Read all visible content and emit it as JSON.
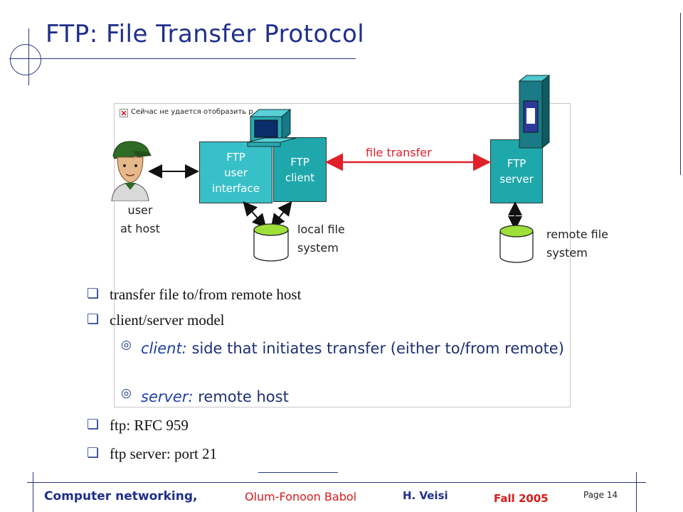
{
  "title": "FTP: File Transfer Protocol",
  "broken_image": {
    "caption": "Сейчас не удается отобразить рис"
  },
  "diagram": {
    "ftp_user_interface": "FTP\nuser\ninterface",
    "ftp_client": "FTP\nclient",
    "ftp_server": "FTP\nserver",
    "file_transfer": "file transfer",
    "user_at_host": "user\nat host",
    "local_fs": "local file\nsystem",
    "remote_fs": "remote file\nsystem"
  },
  "bullets": [
    {
      "text": "transfer file to/from remote host"
    },
    {
      "text": "client/server model"
    }
  ],
  "sub_bullets": [
    {
      "term": "client:",
      "text": " side that initiates transfer (either to/from remote)"
    },
    {
      "term": "server:",
      "text": " remote host"
    }
  ],
  "bullets2": [
    {
      "text": "ftp: RFC 959"
    },
    {
      "text": "ftp server: port 21"
    }
  ],
  "footer": {
    "course": "Computer networking,",
    "institution": "Olum-Fonoon Babol",
    "author": "H. Veisi",
    "term": "Fall 2005",
    "page": "Page 14"
  },
  "colors": {
    "title": "#1f2f8c",
    "box_fill": "#1fa8ac",
    "transfer_arrow": "#e0202a",
    "footer_red": "#d81b1b"
  },
  "icons": [
    "user-avatar-icon",
    "computer-icon",
    "server-tower-icon",
    "database-icon",
    "broken-image-icon"
  ]
}
